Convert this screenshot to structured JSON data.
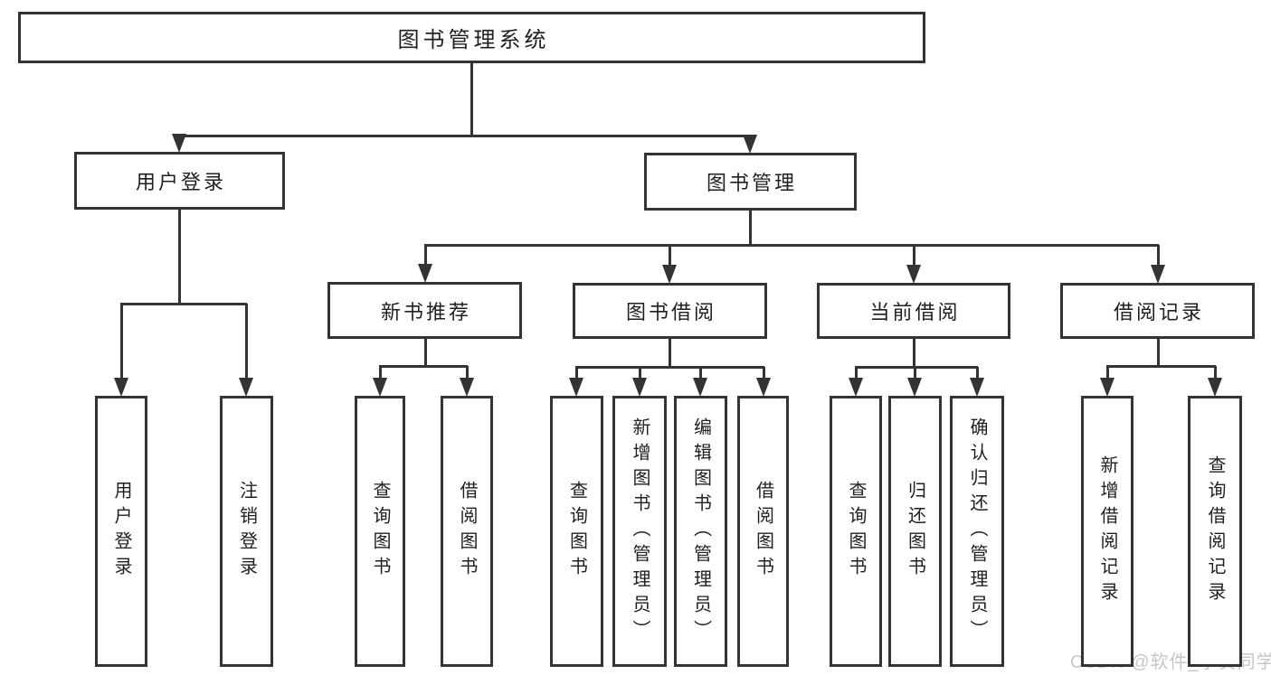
{
  "diagram_title": "图书管理系统",
  "nodes": [
    {
      "id": "system-root",
      "label": "图书管理系统",
      "level": 1
    },
    {
      "id": "user-login",
      "label": "用户登录",
      "level": 2
    },
    {
      "id": "book-management",
      "label": "图书管理",
      "level": 2
    },
    {
      "id": "new-book-recommend",
      "label": "新书推荐",
      "level": 3
    },
    {
      "id": "book-borrowing",
      "label": "图书借阅",
      "level": 3
    },
    {
      "id": "current-borrowing",
      "label": "当前借阅",
      "level": 3
    },
    {
      "id": "borrowing-records",
      "label": "借阅记录",
      "level": 3
    },
    {
      "id": "leaf-user-login",
      "label": "用户登录",
      "level": 4
    },
    {
      "id": "leaf-logout",
      "label": "注销登录",
      "level": 4
    },
    {
      "id": "leaf-query-books-a",
      "label": "查询图书",
      "level": 4
    },
    {
      "id": "leaf-borrow-books-a",
      "label": "借阅图书",
      "level": 4
    },
    {
      "id": "leaf-query-books-b",
      "label": "查询图书",
      "level": 4
    },
    {
      "id": "leaf-add-book-admin",
      "label": "新增图书（管理员）",
      "level": 4
    },
    {
      "id": "leaf-edit-book-admin",
      "label": "编辑图书（管理员）",
      "level": 4
    },
    {
      "id": "leaf-borrow-books-b",
      "label": "借阅图书",
      "level": 4
    },
    {
      "id": "leaf-query-books-c",
      "label": "查询图书",
      "level": 4
    },
    {
      "id": "leaf-return-book",
      "label": "归还图书",
      "level": 4
    },
    {
      "id": "leaf-confirm-return",
      "label": "确认归还（管理员）",
      "level": 4
    },
    {
      "id": "leaf-add-borrow-rec",
      "label": "新增借阅记录",
      "level": 4
    },
    {
      "id": "leaf-query-borrow-rec",
      "label": "查询借阅记录",
      "level": 4
    }
  ],
  "edges": [
    {
      "from": "system-root",
      "to": [
        "user-login",
        "book-management"
      ]
    },
    {
      "from": "user-login",
      "to": [
        "leaf-user-login",
        "leaf-logout"
      ]
    },
    {
      "from": "book-management",
      "to": [
        "new-book-recommend",
        "book-borrowing",
        "current-borrowing",
        "borrowing-records"
      ]
    },
    {
      "from": "new-book-recommend",
      "to": [
        "leaf-query-books-a",
        "leaf-borrow-books-a"
      ]
    },
    {
      "from": "book-borrowing",
      "to": [
        "leaf-query-books-b",
        "leaf-add-book-admin",
        "leaf-edit-book-admin",
        "leaf-borrow-books-b"
      ]
    },
    {
      "from": "current-borrowing",
      "to": [
        "leaf-query-books-c",
        "leaf-return-book",
        "leaf-confirm-return"
      ]
    },
    {
      "from": "borrowing-records",
      "to": [
        "leaf-add-borrow-rec",
        "leaf-query-borrow-rec"
      ]
    }
  ],
  "watermark": "CSDN @软件_小贺同学",
  "colors": {
    "line": "#333333",
    "text": "#1f1f1f",
    "watermark": "#c6c6c6",
    "background": "#ffffff"
  }
}
